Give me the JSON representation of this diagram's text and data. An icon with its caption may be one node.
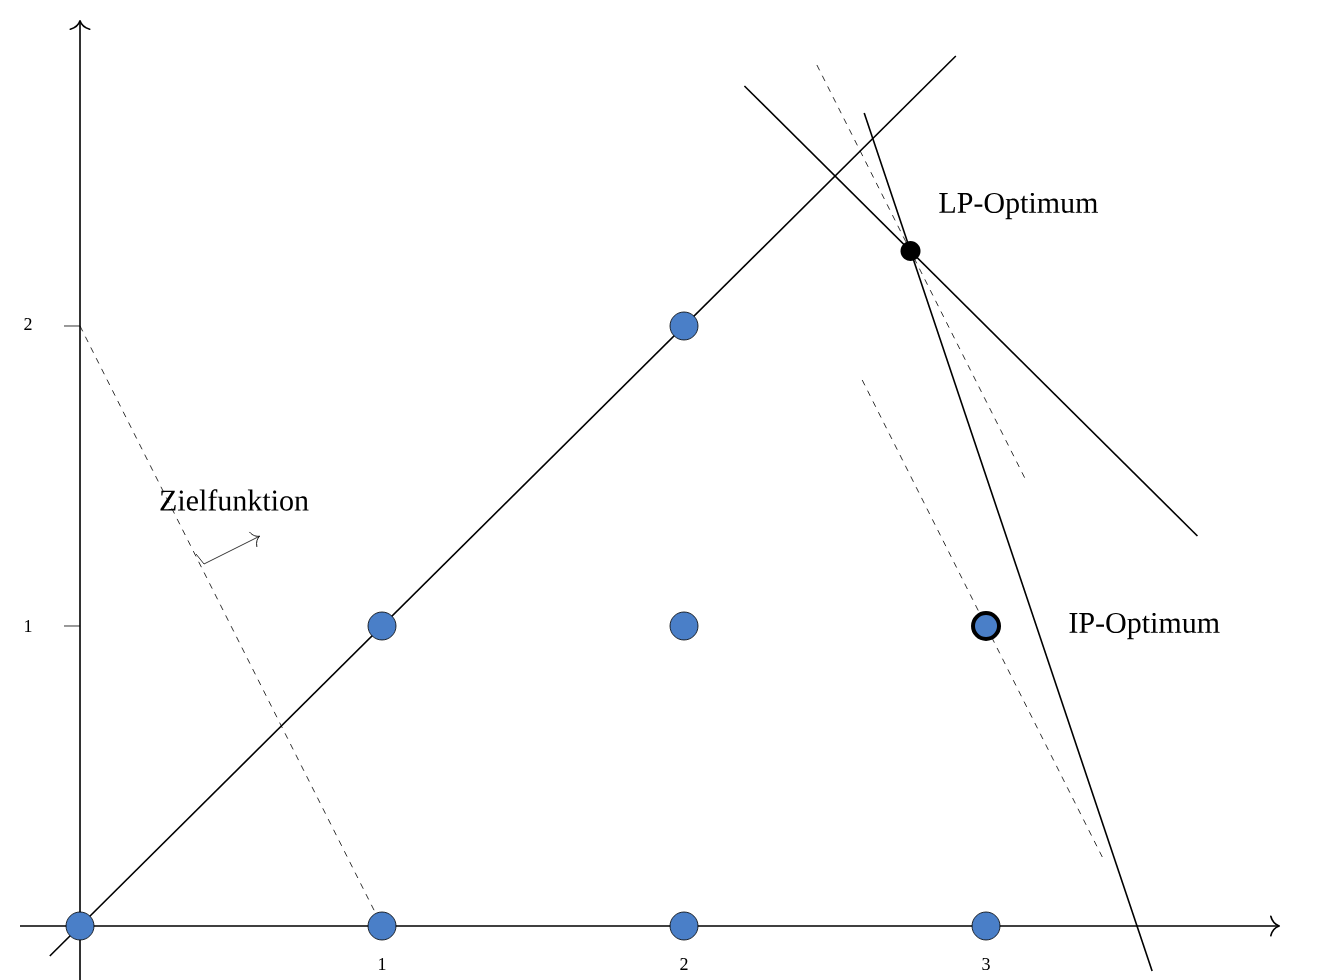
{
  "diagram": {
    "labels": [
      "2",
      "Zielfunktion",
      "LP-Optimum",
      "1",
      "IP-Optimum",
      "1",
      "2",
      "3"
    ]
  }
}
